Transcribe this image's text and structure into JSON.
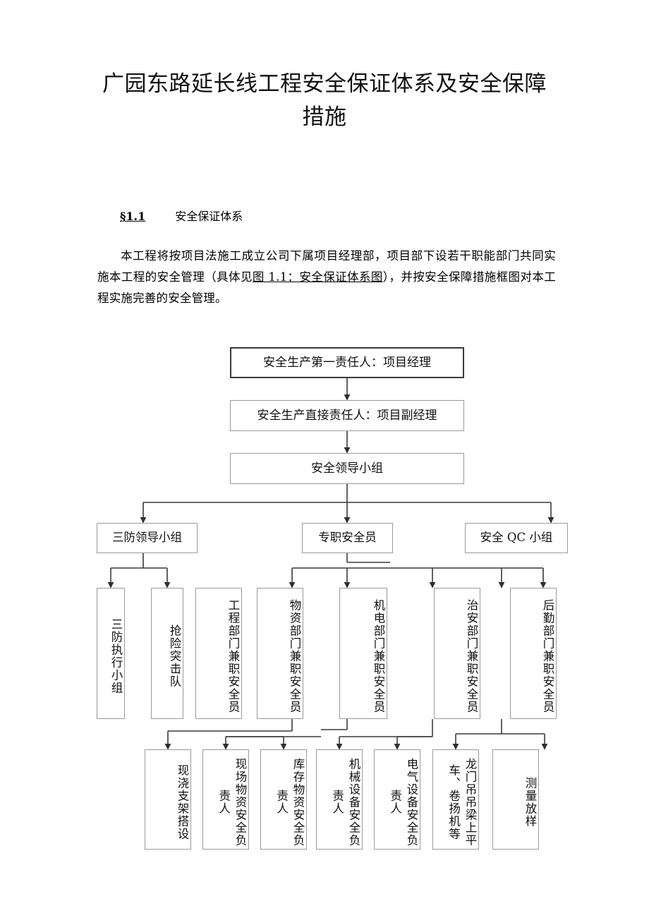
{
  "document": {
    "title": "广园东路延长线工程安全保证体系及安全保障措施",
    "section": {
      "number": "§1.1",
      "heading": "安全保证体系"
    },
    "paragraph_parts": {
      "p1": "本工程将按项目法施工成立公司下属项目经理部，项目部下设若干职能部门共同实施本工程的安全管理（具体见",
      "p2_underlined": "图 1.1：安全保证体系图",
      "p3": "），并按安全保障措施框图对本工程实施完善的安全管理。"
    }
  },
  "chart_data": {
    "type": "diagram",
    "title": "安全保证体系图",
    "orientation": "top-down",
    "tier1": [
      {
        "id": "n1",
        "label": "安全生产第一责任人：项目经理"
      },
      {
        "id": "n2",
        "label": "安全生产直接责任人：项目副经理"
      },
      {
        "id": "n3",
        "label": "安全领导小组"
      }
    ],
    "tier2": [
      {
        "id": "n4",
        "label": "三防领导小组"
      },
      {
        "id": "n5",
        "label": "专职安全员"
      },
      {
        "id": "n6",
        "label": "安全 QC 小组"
      }
    ],
    "tier3": [
      {
        "id": "n7",
        "label": "三防执行小组"
      },
      {
        "id": "n8",
        "label": "抢险突击队"
      },
      {
        "id": "n9",
        "label": "工程部门兼职安全员"
      },
      {
        "id": "n10",
        "label": "物资部门兼职安全员"
      },
      {
        "id": "n11",
        "label": "机电部门兼职安全员"
      },
      {
        "id": "n12",
        "label": "治安部门兼职安全员"
      },
      {
        "id": "n13",
        "label": "后勤部门兼职安全员"
      }
    ],
    "tier4": [
      {
        "id": "n14",
        "label": "现浇支架搭设"
      },
      {
        "id": "n15",
        "label": "现场物资安全负责人"
      },
      {
        "id": "n16",
        "label": "库存物资安全负责人"
      },
      {
        "id": "n17",
        "label": "机械设备安全负责人"
      },
      {
        "id": "n18",
        "label": "电气设备安全负责人"
      },
      {
        "id": "n19",
        "label": "龙门吊吊梁上平车、卷扬机等"
      },
      {
        "id": "n20",
        "label": "测量放样"
      }
    ],
    "edges": [
      {
        "from": "n1",
        "to": "n2"
      },
      {
        "from": "n2",
        "to": "n3"
      },
      {
        "from": "n3",
        "to": "n4"
      },
      {
        "from": "n3",
        "to": "n5"
      },
      {
        "from": "n3",
        "to": "n6"
      },
      {
        "from": "n4",
        "to": "n7"
      },
      {
        "from": "n4",
        "to": "n8"
      },
      {
        "from": "n5",
        "to": "n9"
      },
      {
        "from": "n5",
        "to": "n10"
      },
      {
        "from": "n5",
        "to": "n11"
      },
      {
        "from": "n5",
        "to": "n12"
      },
      {
        "from": "n5",
        "to": "n13"
      },
      {
        "from": "n9",
        "to": "n14"
      },
      {
        "from": "n10",
        "to": "n15"
      },
      {
        "from": "n10",
        "to": "n16"
      },
      {
        "from": "n11",
        "to": "n17"
      },
      {
        "from": "n11",
        "to": "n18"
      },
      {
        "from": "n12",
        "to": "n19"
      },
      {
        "from": "n12",
        "to": "n20"
      }
    ],
    "colors": {
      "node_border": "#9a9a9a",
      "node_border_strong": "#3a3a3a",
      "connector": "#3a3a3a",
      "background": "#ffffff",
      "text": "#111111"
    }
  }
}
